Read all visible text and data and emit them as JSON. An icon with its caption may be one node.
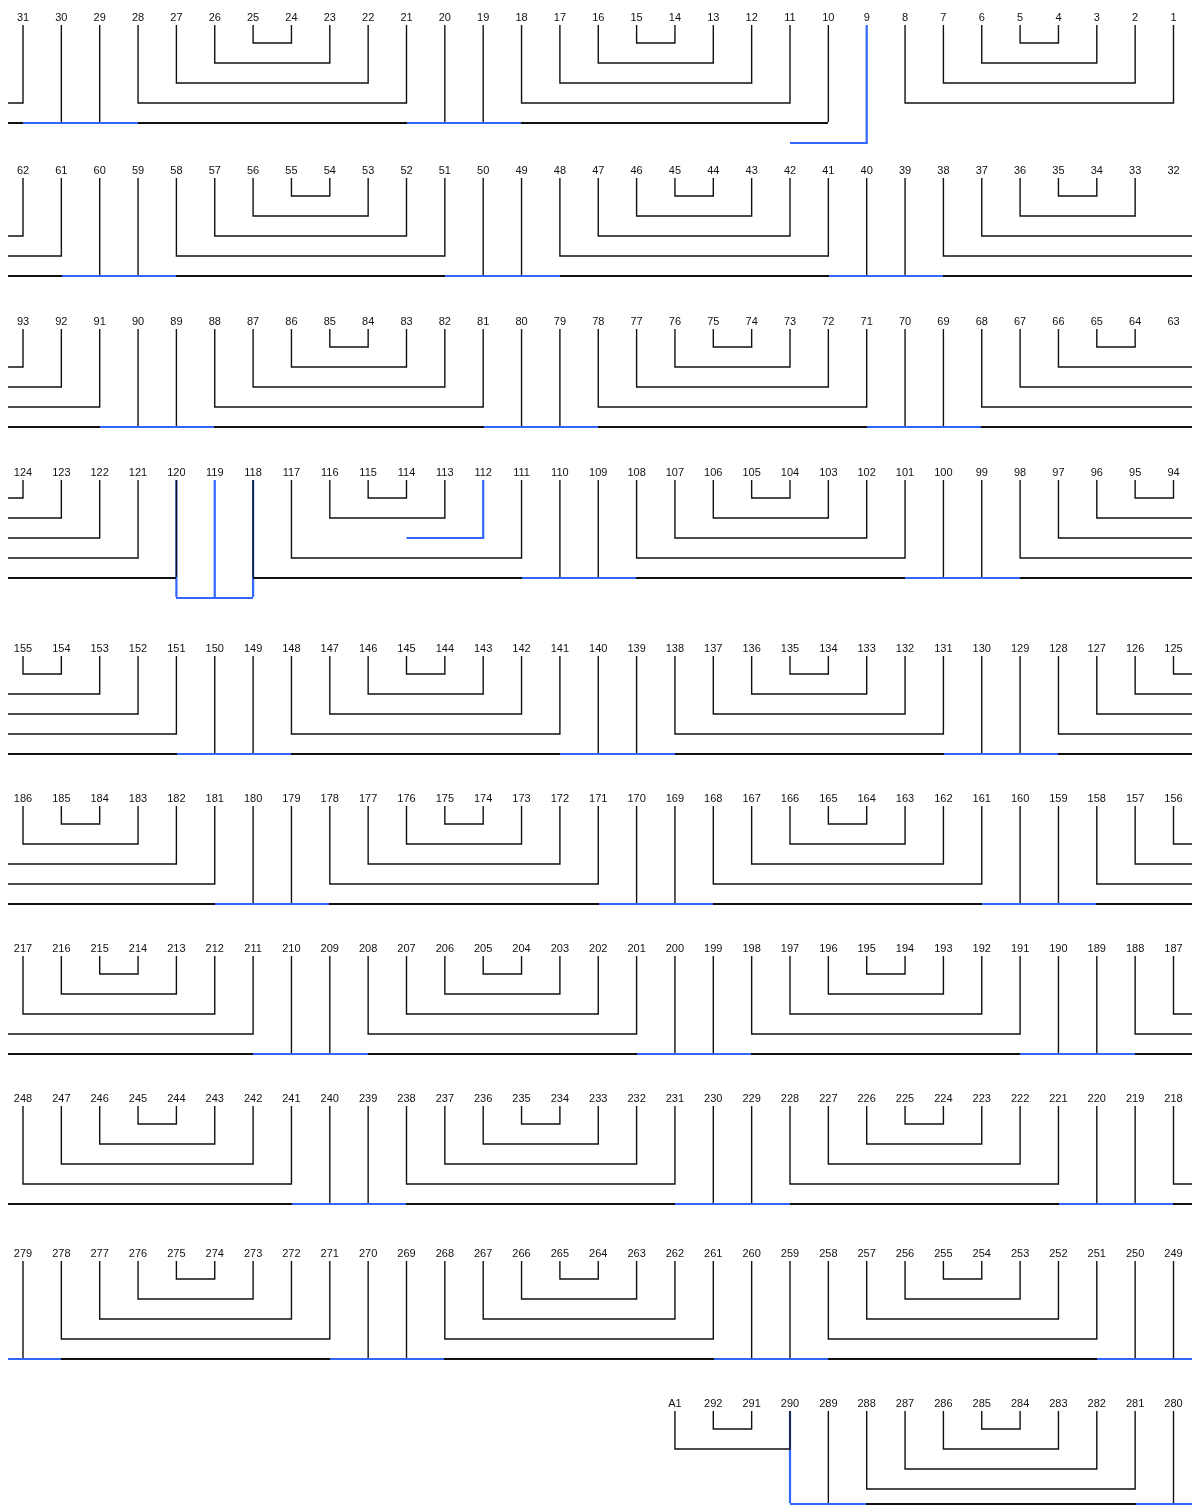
{
  "diagram": {
    "nodes": [
      {
        "text": [
          "31"
        ]
      },
      {
        "text": [
          "30"
        ]
      },
      {
        "text": [
          "29"
        ]
      },
      {
        "text": [
          "28"
        ]
      },
      {
        "text": [
          "27"
        ]
      },
      {
        "text": [
          "26"
        ]
      },
      {
        "text": [
          "25"
        ]
      },
      {
        "text": [
          "24"
        ]
      },
      {
        "text": [
          "23"
        ]
      },
      {
        "text": [
          "22"
        ]
      },
      {
        "text": [
          "21"
        ]
      },
      {
        "text": [
          "20"
        ]
      },
      {
        "text": [
          "19"
        ]
      },
      {
        "text": [
          "18"
        ]
      },
      {
        "text": [
          "17"
        ]
      },
      {
        "text": [
          "16"
        ]
      },
      {
        "text": [
          "15"
        ]
      },
      {
        "text": [
          "14"
        ]
      },
      {
        "text": [
          "13"
        ]
      },
      {
        "text": [
          "12"
        ]
      },
      {
        "text": [
          "11"
        ]
      },
      {
        "text": [
          "10"
        ]
      },
      {
        "text": [
          "9"
        ]
      },
      {
        "text": [
          "8"
        ]
      },
      {
        "text": [
          "7"
        ]
      },
      {
        "text": [
          "6"
        ]
      },
      {
        "text": [
          "5"
        ]
      },
      {
        "text": [
          "4"
        ]
      },
      {
        "text": [
          "3"
        ]
      },
      {
        "text": [
          "2"
        ]
      },
      {
        "text": [
          "1"
        ]
      },
      {
        "text": [],
        "shape": "bar"
      },
      {
        "text": [],
        "shape": "bar",
        "in": 31
      },
      {
        "text": [],
        "shape": "bar",
        "in": 31
      },
      {
        "text": [
          "62"
        ]
      },
      {
        "text": [
          "61"
        ]
      },
      {
        "text": [
          "60"
        ]
      },
      {
        "text": [
          "59"
        ]
      },
      {
        "text": [
          "58"
        ]
      },
      {
        "text": [
          "57"
        ]
      },
      {
        "text": [
          "56"
        ]
      },
      {
        "text": [
          "55"
        ]
      },
      {
        "text": [
          "54"
        ]
      },
      {
        "text": [
          "53"
        ]
      },
      {
        "text": [
          "52"
        ]
      },
      {
        "text": [
          "51"
        ]
      },
      {
        "text": [
          "50"
        ]
      },
      {
        "text": [
          "49"
        ]
      },
      {
        "text": [
          "48"
        ]
      },
      {
        "text": [
          "47"
        ]
      },
      {
        "text": [
          "46"
        ]
      },
      {
        "text": [
          "45"
        ]
      },
      {
        "text": [
          "44"
        ]
      },
      {
        "text": [
          "43"
        ]
      },
      {
        "text": [
          "42"
        ]
      },
      {
        "text": [
          "41"
        ]
      },
      {
        "text": [
          "40"
        ]
      },
      {
        "text": [
          "39"
        ]
      },
      {
        "text": [
          "38"
        ]
      },
      {
        "text": [
          "37"
        ]
      },
      {
        "text": [
          "36"
        ]
      },
      {
        "text": [
          "35"
        ]
      },
      {
        "text": [
          "34"
        ]
      },
      {
        "text": [
          "33"
        ]
      },
      {
        "text": [
          "32"
        ]
      },
      {
        "text": [],
        "shape": "bar"
      },
      {
        "text": [],
        "shape": "bar",
        "in": 65
      },
      {
        "text": [],
        "shape": "bar",
        "in": 65
      },
      {
        "text": [],
        "shape": "bar",
        "in": 65
      },
      {
        "text": [
          "93"
        ]
      },
      {
        "text": [
          "92"
        ]
      },
      {
        "text": [
          "91"
        ]
      },
      {
        "text": [
          "90"
        ]
      },
      {
        "text": [
          "89"
        ]
      },
      {
        "text": [
          "88"
        ]
      },
      {
        "text": [
          "87"
        ]
      },
      {
        "text": [
          "86"
        ]
      },
      {
        "text": [
          "85"
        ]
      },
      {
        "text": [
          "84"
        ]
      },
      {
        "text": [
          "83"
        ]
      },
      {
        "text": [
          "82"
        ]
      },
      {
        "text": [
          "81"
        ]
      },
      {
        "text": [
          "80"
        ]
      },
      {
        "text": [
          "79"
        ]
      },
      {
        "text": [
          "78"
        ]
      },
      {
        "text": [
          "77"
        ]
      },
      {
        "text": [
          "76"
        ]
      },
      {
        "text": [
          "75"
        ]
      },
      {
        "text": [
          "74"
        ]
      },
      {
        "text": [
          "73"
        ]
      },
      {
        "text": [
          "72"
        ]
      },
      {
        "text": [
          "71"
        ]
      },
      {
        "text": [
          "70"
        ]
      },
      {
        "text": [
          "69"
        ]
      },
      {
        "text": [
          "68"
        ]
      },
      {
        "text": [
          "67"
        ]
      },
      {
        "text": [
          "66"
        ]
      },
      {
        "text": [
          "65"
        ]
      },
      {
        "text": [
          "64"
        ]
      },
      {
        "text": [
          "63"
        ]
      },
      {
        "text": [],
        "shape": "bar"
      },
      {
        "text": [],
        "shape": "bar",
        "in": 100
      },
      {
        "text": [],
        "shape": "bar",
        "in": 100
      },
      {
        "text": [],
        "shape": "bar",
        "in": 100
      },
      {
        "text": [
          "124"
        ]
      },
      {
        "text": [
          "123"
        ]
      },
      {
        "text": [
          "122"
        ]
      },
      {
        "text": [
          "121"
        ]
      },
      {
        "text": [
          "120"
        ]
      },
      {
        "text": [
          "119"
        ]
      },
      {
        "text": [
          "118"
        ]
      },
      {
        "text": [
          "117"
        ]
      },
      {
        "text": [
          "116"
        ]
      },
      {
        "text": [
          "115"
        ]
      },
      {
        "text": [
          "114"
        ]
      },
      {
        "text": [
          "113"
        ]
      },
      {
        "text": [
          "112"
        ]
      },
      {
        "text": [
          "111"
        ]
      },
      {
        "text": [
          "110"
        ]
      },
      {
        "text": [
          "109"
        ]
      },
      {
        "text": [
          "108"
        ]
      },
      {
        "text": [
          "107"
        ]
      },
      {
        "text": [
          "106"
        ]
      },
      {
        "text": [
          "105"
        ]
      },
      {
        "text": [
          "104"
        ]
      },
      {
        "text": [
          "103"
        ]
      },
      {
        "text": [
          "102"
        ]
      },
      {
        "text": [
          "101"
        ]
      },
      {
        "text": [
          "100"
        ]
      },
      {
        "text": [
          "99"
        ]
      },
      {
        "text": [
          "98"
        ]
      },
      {
        "text": [
          "97"
        ]
      },
      {
        "text": [
          "96"
        ]
      },
      {
        "text": [
          "95"
        ]
      },
      {
        "text": [
          "94"
        ]
      },
      {
        "text": [],
        "shape": "bar"
      },
      {
        "text": [],
        "shape": "bar"
      },
      {
        "text": [],
        "shape": "bar",
        "in": 136
      },
      {
        "text": [],
        "shape": "bar",
        "in": 136
      },
      {
        "text": [],
        "shape": "bar"
      },
      {
        "text": [
          "155"
        ]
      },
      {
        "text": [
          "154"
        ]
      },
      {
        "text": [
          "153"
        ]
      },
      {
        "text": [
          "152"
        ]
      },
      {
        "text": [
          "151"
        ]
      },
      {
        "text": [
          "150"
        ]
      },
      {
        "text": [
          "149"
        ]
      },
      {
        "text": [
          "148"
        ]
      },
      {
        "text": [
          "147"
        ]
      },
      {
        "text": [
          "146"
        ]
      },
      {
        "text": [
          "145"
        ]
      },
      {
        "text": [
          "144"
        ]
      },
      {
        "text": [
          "143"
        ]
      },
      {
        "text": [
          "142"
        ]
      },
      {
        "text": [
          "141"
        ]
      },
      {
        "text": [
          "140"
        ]
      },
      {
        "text": [
          "139"
        ]
      },
      {
        "text": [
          "138"
        ]
      },
      {
        "text": [
          "137"
        ]
      },
      {
        "text": [
          "136"
        ]
      },
      {
        "text": [
          "135"
        ]
      },
      {
        "text": [
          "134"
        ]
      },
      {
        "text": [
          "133"
        ]
      },
      {
        "text": [
          "132"
        ]
      },
      {
        "text": [
          "131"
        ]
      },
      {
        "text": [
          "130"
        ]
      },
      {
        "text": [
          "129"
        ]
      },
      {
        "text": [
          "128"
        ]
      },
      {
        "text": [
          "127"
        ]
      },
      {
        "text": [
          "126"
        ]
      },
      {
        "text": [
          "125"
        ]
      },
      {
        "text": [],
        "shape": "bar"
      },
      {
        "text": [],
        "shape": "bar",
        "in": 171
      },
      {
        "text": [],
        "shape": "bar",
        "in": 171
      },
      {
        "text": [],
        "shape": "bar",
        "in": 171
      },
      {
        "text": [
          "186"
        ]
      },
      {
        "text": [
          "185"
        ]
      },
      {
        "text": [
          "184"
        ]
      },
      {
        "text": [
          "183"
        ]
      },
      {
        "text": [
          "182"
        ]
      },
      {
        "text": [
          "181"
        ]
      },
      {
        "text": [
          "180"
        ]
      },
      {
        "text": [
          "179"
        ]
      },
      {
        "text": [
          "178"
        ]
      },
      {
        "text": [
          "177"
        ]
      },
      {
        "text": [
          "176"
        ]
      },
      {
        "text": [
          "175"
        ]
      },
      {
        "text": [
          "174"
        ]
      },
      {
        "text": [
          "173"
        ]
      },
      {
        "text": [
          "172"
        ]
      },
      {
        "text": [
          "171"
        ]
      },
      {
        "text": [
          "170"
        ]
      },
      {
        "text": [
          "169"
        ]
      },
      {
        "text": [
          "168"
        ]
      },
      {
        "text": [
          "167"
        ]
      },
      {
        "text": [
          "166"
        ]
      },
      {
        "text": [
          "165"
        ]
      },
      {
        "text": [
          "164"
        ]
      },
      {
        "text": [
          "163"
        ]
      },
      {
        "text": [
          "162"
        ]
      },
      {
        "text": [
          "161"
        ]
      },
      {
        "text": [
          "160"
        ]
      },
      {
        "text": [
          "159"
        ]
      },
      {
        "text": [
          "158"
        ]
      },
      {
        "text": [
          "157"
        ]
      },
      {
        "text": [
          "156"
        ]
      },
      {
        "text": [],
        "shape": "bar"
      },
      {
        "text": [],
        "shape": "bar",
        "in": 206
      },
      {
        "text": [],
        "shape": "bar",
        "in": 206
      },
      {
        "text": [],
        "shape": "bar",
        "in": 206
      },
      {
        "text": [
          "217"
        ]
      },
      {
        "text": [
          "216"
        ]
      },
      {
        "text": [
          "215"
        ]
      },
      {
        "text": [
          "214"
        ]
      },
      {
        "text": [
          "213"
        ]
      },
      {
        "text": [
          "212"
        ]
      },
      {
        "text": [
          "211"
        ]
      },
      {
        "text": [
          "210"
        ]
      },
      {
        "text": [
          "209"
        ]
      },
      {
        "text": [
          "208"
        ]
      },
      {
        "text": [
          "207"
        ]
      },
      {
        "text": [
          "206"
        ]
      },
      {
        "text": [
          "205"
        ]
      },
      {
        "text": [
          "204"
        ]
      },
      {
        "text": [
          "203"
        ]
      },
      {
        "text": [
          "202"
        ]
      },
      {
        "text": [
          "201"
        ]
      },
      {
        "text": [
          "200"
        ]
      },
      {
        "text": [
          "199"
        ]
      },
      {
        "text": [
          "198"
        ]
      },
      {
        "text": [
          "197"
        ]
      },
      {
        "text": [
          "196"
        ]
      },
      {
        "text": [
          "195"
        ]
      },
      {
        "text": [
          "194"
        ]
      },
      {
        "text": [
          "193"
        ]
      },
      {
        "text": [
          "192"
        ]
      },
      {
        "text": [
          "191"
        ]
      },
      {
        "text": [
          "190"
        ]
      },
      {
        "text": [
          "189"
        ]
      },
      {
        "text": [
          "188"
        ]
      },
      {
        "text": [
          "187"
        ]
      },
      {
        "text": [],
        "shape": "bar"
      },
      {
        "text": [],
        "shape": "bar",
        "in": 241
      },
      {
        "text": [],
        "shape": "bar",
        "in": 241
      },
      {
        "text": [],
        "shape": "bar",
        "in": 241
      },
      {
        "text": [
          "248"
        ]
      },
      {
        "text": [
          "247"
        ]
      },
      {
        "text": [
          "246"
        ]
      },
      {
        "text": [
          "245"
        ]
      },
      {
        "text": [
          "244"
        ]
      },
      {
        "text": [
          "243"
        ]
      },
      {
        "text": [
          "242"
        ]
      },
      {
        "text": [
          "241"
        ]
      },
      {
        "text": [
          "240"
        ]
      },
      {
        "text": [
          "239"
        ]
      },
      {
        "text": [
          "238"
        ]
      },
      {
        "text": [
          "237"
        ]
      },
      {
        "text": [
          "236"
        ]
      },
      {
        "text": [
          "235"
        ]
      },
      {
        "text": [
          "234"
        ]
      },
      {
        "text": [
          "233"
        ]
      },
      {
        "text": [
          "232"
        ]
      },
      {
        "text": [
          "231"
        ]
      },
      {
        "text": [
          "230"
        ]
      },
      {
        "text": [
          "229"
        ]
      },
      {
        "text": [
          "228"
        ]
      },
      {
        "text": [
          "227"
        ]
      },
      {
        "text": [
          "226"
        ]
      },
      {
        "text": [
          "225"
        ]
      },
      {
        "text": [
          "224"
        ]
      },
      {
        "text": [
          "223"
        ]
      },
      {
        "text": [
          "222"
        ]
      },
      {
        "text": [
          "221"
        ]
      },
      {
        "text": [
          "220"
        ]
      },
      {
        "text": [
          "219"
        ]
      },
      {
        "text": [
          "218"
        ]
      },
      {
        "text": [],
        "shape": "bar"
      },
      {
        "text": [],
        "shape": "bar",
        "in": 276
      },
      {
        "text": [],
        "shape": "bar",
        "in": 276
      },
      {
        "text": [],
        "shape": "bar",
        "in": 276
      },
      {
        "text": [
          "279"
        ]
      },
      {
        "text": [
          "278"
        ]
      },
      {
        "text": [
          "277"
        ]
      },
      {
        "text": [
          "276"
        ]
      },
      {
        "text": [
          "275"
        ]
      },
      {
        "text": [
          "274"
        ]
      },
      {
        "text": [
          "273"
        ]
      },
      {
        "text": [
          "272"
        ]
      },
      {
        "text": [
          "271"
        ]
      },
      {
        "text": [
          "270"
        ]
      },
      {
        "text": [
          "269"
        ]
      },
      {
        "text": [
          "268"
        ]
      },
      {
        "text": [
          "267"
        ]
      },
      {
        "text": [
          "266"
        ]
      },
      {
        "text": [
          "265"
        ]
      },
      {
        "text": [
          "264"
        ]
      },
      {
        "text": [
          "263"
        ]
      },
      {
        "text": [
          "262"
        ]
      },
      {
        "text": [
          "261"
        ]
      },
      {
        "text": [
          "260"
        ]
      },
      {
        "text": [
          "259"
        ]
      },
      {
        "text": [
          "258"
        ]
      },
      {
        "text": [
          "257"
        ]
      },
      {
        "text": [
          "256"
        ]
      },
      {
        "text": [
          "255"
        ]
      },
      {
        "text": [
          "254"
        ]
      },
      {
        "text": [
          "253"
        ]
      },
      {
        "text": [
          "252"
        ]
      },
      {
        "text": [
          "251"
        ]
      },
      {
        "text": [
          "250"
        ]
      },
      {
        "text": [
          "249"
        ]
      },
      {
        "text": [],
        "shape": "bar"
      },
      {
        "text": [],
        "shape": "bar",
        "in": 311
      },
      {
        "text": [],
        "shape": "bar",
        "in": 311
      },
      {
        "text": [],
        "shape": "bar",
        "in": 311
      },
      {
        "text": [],
        "shape": "bar",
        "in": 311
      },
      {
        "text": [
          "A1"
        ]
      },
      {
        "text": [
          "292"
        ]
      },
      {
        "text": [
          "291"
        ]
      },
      {
        "text": [
          "290"
        ]
      },
      {
        "text": [
          "289"
        ]
      },
      {
        "text": [
          "288"
        ]
      },
      {
        "text": [
          "287"
        ]
      },
      {
        "text": [
          "286"
        ]
      },
      {
        "text": [
          "285"
        ]
      },
      {
        "text": [
          "284"
        ]
      },
      {
        "text": [
          "283"
        ]
      },
      {
        "text": [
          "282"
        ]
      },
      {
        "text": [
          "281"
        ]
      },
      {
        "text": [
          "280"
        ]
      },
      {
        "text": [],
        "shape": "bar"
      },
      {
        "text": [],
        "shape": "bar",
        "in": 330
      },
      {
        "text": [],
        "shape": "bar",
        "in": 330
      }
    ],
    "edges": [
      {
        "from": 0,
        "to": null,
        "arrow": "none"
      },
      {
        "from": 1,
        "to": 32,
        "arrow": "none"
      },
      {
        "from": 2,
        "to": 32,
        "arrow": "none"
      },
      {
        "from": 3,
        "to": 10,
        "arrow": "none"
      },
      {
        "from": 4,
        "to": 9,
        "arrow": "none"
      },
      {
        "from": 5,
        "to": 8,
        "arrow": "none"
      },
      {
        "from": 6,
        "to": 7,
        "arrow": "none"
      },
      {
        "from": 11,
        "to": 33,
        "arrow": "none"
      },
      {
        "from": 12,
        "to": 33,
        "arrow": "none"
      },
      {
        "from": 13,
        "to": 20,
        "arrow": "none"
      },
      {
        "from": 14,
        "to": 19,
        "arrow": "none"
      },
      {
        "from": 15,
        "to": 18,
        "arrow": "none"
      },
      {
        "from": 16,
        "to": 17,
        "arrow": "none"
      },
      {
        "from": 21,
        "to": 31,
        "arrow": "none"
      },
      {
        "from": 22,
        "to": null,
        "arrow": "none",
        "color": "#3366ff"
      },
      {
        "from": 23,
        "to": 30,
        "arrow": "none"
      },
      {
        "from": 24,
        "to": 29,
        "arrow": "none"
      },
      {
        "from": 25,
        "to": 28,
        "arrow": "none"
      },
      {
        "from": 26,
        "to": 27,
        "arrow": "none"
      },
      {
        "from": 34,
        "to": null,
        "arrow": "none"
      },
      {
        "from": 35,
        "to": null,
        "arrow": "none"
      },
      {
        "from": 36,
        "to": 66,
        "arrow": "none"
      },
      {
        "from": 37,
        "to": 66,
        "arrow": "none"
      },
      {
        "from": 38,
        "to": 45,
        "arrow": "none"
      },
      {
        "from": 39,
        "to": 44,
        "arrow": "none"
      },
      {
        "from": 40,
        "to": 43,
        "arrow": "none"
      },
      {
        "from": 41,
        "to": 42,
        "arrow": "none"
      },
      {
        "from": 46,
        "to": 67,
        "arrow": "none"
      },
      {
        "from": 47,
        "to": 67,
        "arrow": "none"
      },
      {
        "from": 48,
        "to": 55,
        "arrow": "none"
      },
      {
        "from": 49,
        "to": 54,
        "arrow": "none"
      },
      {
        "from": 50,
        "to": 53,
        "arrow": "none"
      },
      {
        "from": 51,
        "to": 52,
        "arrow": "none"
      },
      {
        "from": 56,
        "to": 68,
        "arrow": "none"
      },
      {
        "from": 57,
        "to": 68,
        "arrow": "none"
      },
      {
        "from": 58,
        "to": null,
        "arrow": "none"
      },
      {
        "from": 59,
        "to": null,
        "arrow": "none"
      },
      {
        "from": 60,
        "to": 63,
        "arrow": "none"
      },
      {
        "from": 61,
        "to": 62,
        "arrow": "none"
      },
      {
        "from": 69,
        "to": null,
        "arrow": "none"
      },
      {
        "from": 70,
        "to": null,
        "arrow": "none"
      },
      {
        "from": 71,
        "to": null,
        "arrow": "none"
      },
      {
        "from": 72,
        "to": 101,
        "arrow": "none"
      },
      {
        "from": 73,
        "to": 101,
        "arrow": "none"
      },
      {
        "from": 74,
        "to": 81,
        "arrow": "none"
      },
      {
        "from": 75,
        "to": 80,
        "arrow": "none"
      },
      {
        "from": 76,
        "to": 79,
        "arrow": "none"
      },
      {
        "from": 77,
        "to": 78,
        "arrow": "none"
      },
      {
        "from": 82,
        "to": 102,
        "arrow": "none"
      },
      {
        "from": 83,
        "to": 102,
        "arrow": "none"
      },
      {
        "from": 84,
        "to": 91,
        "arrow": "none"
      },
      {
        "from": 85,
        "to": 90,
        "arrow": "none"
      },
      {
        "from": 86,
        "to": 89,
        "arrow": "none"
      },
      {
        "from": 87,
        "to": 88,
        "arrow": "none"
      },
      {
        "from": 92,
        "to": 103,
        "arrow": "none"
      },
      {
        "from": 93,
        "to": 103,
        "arrow": "none"
      },
      {
        "from": 94,
        "to": null,
        "arrow": "none"
      },
      {
        "from": 95,
        "to": null,
        "arrow": "none"
      },
      {
        "from": 96,
        "to": null,
        "arrow": "none"
      },
      {
        "from": 97,
        "to": 98,
        "arrow": "none"
      },
      {
        "from": 104,
        "to": null,
        "arrow": "none"
      },
      {
        "from": 105,
        "to": null,
        "arrow": "none"
      },
      {
        "from": 106,
        "to": null,
        "arrow": "none"
      },
      {
        "from": 107,
        "to": null,
        "arrow": "none"
      },
      {
        "from": 108,
        "to": 135,
        "arrow": "none"
      },
      {
        "from": 108,
        "to": 139,
        "arrow": "none",
        "color": "#3366ff"
      },
      {
        "from": 109,
        "to": 139,
        "arrow": "none",
        "color": "#3366ff"
      },
      {
        "from": 110,
        "to": 139,
        "arrow": "none",
        "color": "#3366ff"
      },
      {
        "from": 110,
        "to": 136,
        "arrow": "none"
      },
      {
        "from": 111,
        "to": 117,
        "arrow": "none"
      },
      {
        "from": 112,
        "to": 115,
        "arrow": "none"
      },
      {
        "from": 113,
        "to": 114,
        "arrow": "none"
      },
      {
        "from": 116,
        "to": null,
        "arrow": "none",
        "color": "#3366ff"
      },
      {
        "from": 118,
        "to": 137,
        "arrow": "none"
      },
      {
        "from": 119,
        "to": 137,
        "arrow": "none"
      },
      {
        "from": 120,
        "to": 127,
        "arrow": "none"
      },
      {
        "from": 121,
        "to": 126,
        "arrow": "none"
      },
      {
        "from": 122,
        "to": 125,
        "arrow": "none"
      },
      {
        "from": 123,
        "to": 124,
        "arrow": "none"
      },
      {
        "from": 128,
        "to": 138,
        "arrow": "none"
      },
      {
        "from": 129,
        "to": 138,
        "arrow": "none"
      },
      {
        "from": 130,
        "to": null,
        "arrow": "none"
      },
      {
        "from": 131,
        "to": null,
        "arrow": "none"
      },
      {
        "from": 132,
        "to": null,
        "arrow": "none"
      },
      {
        "from": 133,
        "to": 134,
        "arrow": "none"
      },
      {
        "from": 140,
        "to": 141,
        "arrow": "none"
      },
      {
        "from": 142,
        "to": null,
        "arrow": "none"
      },
      {
        "from": 143,
        "to": null,
        "arrow": "none"
      },
      {
        "from": 144,
        "to": null,
        "arrow": "none"
      },
      {
        "from": 145,
        "to": 172,
        "arrow": "none"
      },
      {
        "from": 146,
        "to": 172,
        "arrow": "none"
      },
      {
        "from": 147,
        "to": 154,
        "arrow": "none"
      },
      {
        "from": 148,
        "to": 153,
        "arrow": "none"
      },
      {
        "from": 149,
        "to": 152,
        "arrow": "none"
      },
      {
        "from": 150,
        "to": 151,
        "arrow": "none"
      },
      {
        "from": 155,
        "to": 173,
        "arrow": "none"
      },
      {
        "from": 156,
        "to": 173,
        "arrow": "none"
      },
      {
        "from": 157,
        "to": 164,
        "arrow": "none"
      },
      {
        "from": 158,
        "to": 163,
        "arrow": "none"
      },
      {
        "from": 159,
        "to": 162,
        "arrow": "none"
      },
      {
        "from": 160,
        "to": 161,
        "arrow": "none"
      },
      {
        "from": 165,
        "to": 174,
        "arrow": "none"
      },
      {
        "from": 166,
        "to": 174,
        "arrow": "none"
      },
      {
        "from": 167,
        "to": null,
        "arrow": "none"
      },
      {
        "from": 168,
        "to": null,
        "arrow": "none"
      },
      {
        "from": 169,
        "to": null,
        "arrow": "none"
      },
      {
        "from": 170,
        "to": null,
        "arrow": "none"
      },
      {
        "from": 175,
        "to": 178,
        "arrow": "none"
      },
      {
        "from": 176,
        "to": 177,
        "arrow": "none"
      },
      {
        "from": 179,
        "to": null,
        "arrow": "none"
      },
      {
        "from": 180,
        "to": null,
        "arrow": "none"
      },
      {
        "from": 181,
        "to": 207,
        "arrow": "none"
      },
      {
        "from": 182,
        "to": 207,
        "arrow": "none"
      },
      {
        "from": 183,
        "to": 190,
        "arrow": "none"
      },
      {
        "from": 184,
        "to": 189,
        "arrow": "none"
      },
      {
        "from": 185,
        "to": 188,
        "arrow": "none"
      },
      {
        "from": 186,
        "to": 187,
        "arrow": "none"
      },
      {
        "from": 191,
        "to": 208,
        "arrow": "none"
      },
      {
        "from": 192,
        "to": 208,
        "arrow": "none"
      },
      {
        "from": 193,
        "to": 200,
        "arrow": "none"
      },
      {
        "from": 194,
        "to": 199,
        "arrow": "none"
      },
      {
        "from": 195,
        "to": 198,
        "arrow": "none"
      },
      {
        "from": 196,
        "to": 197,
        "arrow": "none"
      },
      {
        "from": 201,
        "to": 209,
        "arrow": "none"
      },
      {
        "from": 202,
        "to": 209,
        "arrow": "none"
      },
      {
        "from": 203,
        "to": null,
        "arrow": "none"
      },
      {
        "from": 204,
        "to": null,
        "arrow": "none"
      },
      {
        "from": 205,
        "to": null,
        "arrow": "none"
      },
      {
        "from": 210,
        "to": 215,
        "arrow": "none"
      },
      {
        "from": 211,
        "to": 214,
        "arrow": "none"
      },
      {
        "from": 212,
        "to": 213,
        "arrow": "none"
      },
      {
        "from": 216,
        "to": null,
        "arrow": "none"
      },
      {
        "from": 217,
        "to": 242,
        "arrow": "none"
      },
      {
        "from": 218,
        "to": 242,
        "arrow": "none"
      },
      {
        "from": 219,
        "to": 226,
        "arrow": "none"
      },
      {
        "from": 220,
        "to": 225,
        "arrow": "none"
      },
      {
        "from": 221,
        "to": 224,
        "arrow": "none"
      },
      {
        "from": 222,
        "to": 223,
        "arrow": "none"
      },
      {
        "from": 227,
        "to": 243,
        "arrow": "none"
      },
      {
        "from": 228,
        "to": 243,
        "arrow": "none"
      },
      {
        "from": 229,
        "to": 236,
        "arrow": "none"
      },
      {
        "from": 230,
        "to": 235,
        "arrow": "none"
      },
      {
        "from": 231,
        "to": 234,
        "arrow": "none"
      },
      {
        "from": 232,
        "to": 233,
        "arrow": "none"
      },
      {
        "from": 237,
        "to": 244,
        "arrow": "none"
      },
      {
        "from": 238,
        "to": 244,
        "arrow": "none"
      },
      {
        "from": 239,
        "to": null,
        "arrow": "none"
      },
      {
        "from": 240,
        "to": null,
        "arrow": "none"
      },
      {
        "from": 245,
        "to": 252,
        "arrow": "none"
      },
      {
        "from": 246,
        "to": 251,
        "arrow": "none"
      },
      {
        "from": 247,
        "to": 250,
        "arrow": "none"
      },
      {
        "from": 248,
        "to": 249,
        "arrow": "none"
      },
      {
        "from": 253,
        "to": 277,
        "arrow": "none"
      },
      {
        "from": 254,
        "to": 277,
        "arrow": "none"
      },
      {
        "from": 255,
        "to": 262,
        "arrow": "none"
      },
      {
        "from": 256,
        "to": 261,
        "arrow": "none"
      },
      {
        "from": 257,
        "to": 260,
        "arrow": "none"
      },
      {
        "from": 258,
        "to": 259,
        "arrow": "none"
      },
      {
        "from": 263,
        "to": 278,
        "arrow": "none"
      },
      {
        "from": 264,
        "to": 278,
        "arrow": "none"
      },
      {
        "from": 265,
        "to": 272,
        "arrow": "none"
      },
      {
        "from": 266,
        "to": 271,
        "arrow": "none"
      },
      {
        "from": 267,
        "to": 270,
        "arrow": "none"
      },
      {
        "from": 268,
        "to": 269,
        "arrow": "none"
      },
      {
        "from": 273,
        "to": 279,
        "arrow": "none"
      },
      {
        "from": 274,
        "to": 279,
        "arrow": "none"
      },
      {
        "from": 275,
        "to": null,
        "arrow": "none"
      },
      {
        "from": 280,
        "to": 312,
        "arrow": "none"
      },
      {
        "from": 281,
        "to": 288,
        "arrow": "none"
      },
      {
        "from": 282,
        "to": 287,
        "arrow": "none"
      },
      {
        "from": 283,
        "to": 286,
        "arrow": "none"
      },
      {
        "from": 284,
        "to": 285,
        "arrow": "none"
      },
      {
        "from": 289,
        "to": 313,
        "arrow": "none"
      },
      {
        "from": 290,
        "to": 313,
        "arrow": "none"
      },
      {
        "from": 291,
        "to": 298,
        "arrow": "none"
      },
      {
        "from": 292,
        "to": 297,
        "arrow": "none"
      },
      {
        "from": 293,
        "to": 296,
        "arrow": "none"
      },
      {
        "from": 294,
        "to": 295,
        "arrow": "none"
      },
      {
        "from": 299,
        "to": 314,
        "arrow": "none"
      },
      {
        "from": 300,
        "to": 314,
        "arrow": "none"
      },
      {
        "from": 301,
        "to": 308,
        "arrow": "none"
      },
      {
        "from": 302,
        "to": 307,
        "arrow": "none"
      },
      {
        "from": 303,
        "to": 306,
        "arrow": "none"
      },
      {
        "from": 304,
        "to": 305,
        "arrow": "none"
      },
      {
        "from": 309,
        "to": 315,
        "arrow": "none"
      },
      {
        "from": 310,
        "to": 315,
        "arrow": "none"
      },
      {
        "from": 316,
        "to": 319,
        "arrow": "none"
      },
      {
        "from": 317,
        "to": 318,
        "arrow": "none"
      },
      {
        "from": 319,
        "to": 331,
        "arrow": "none",
        "color": "#3366ff"
      },
      {
        "from": 320,
        "to": 331,
        "arrow": "none"
      },
      {
        "from": 321,
        "to": 328,
        "arrow": "none"
      },
      {
        "from": 322,
        "to": 327,
        "arrow": "none"
      },
      {
        "from": 323,
        "to": 326,
        "arrow": "none"
      },
      {
        "from": 324,
        "to": 325,
        "arrow": "none"
      },
      {
        "from": 329,
        "to": 332,
        "arrow": "none"
      }
    ]
  }
}
